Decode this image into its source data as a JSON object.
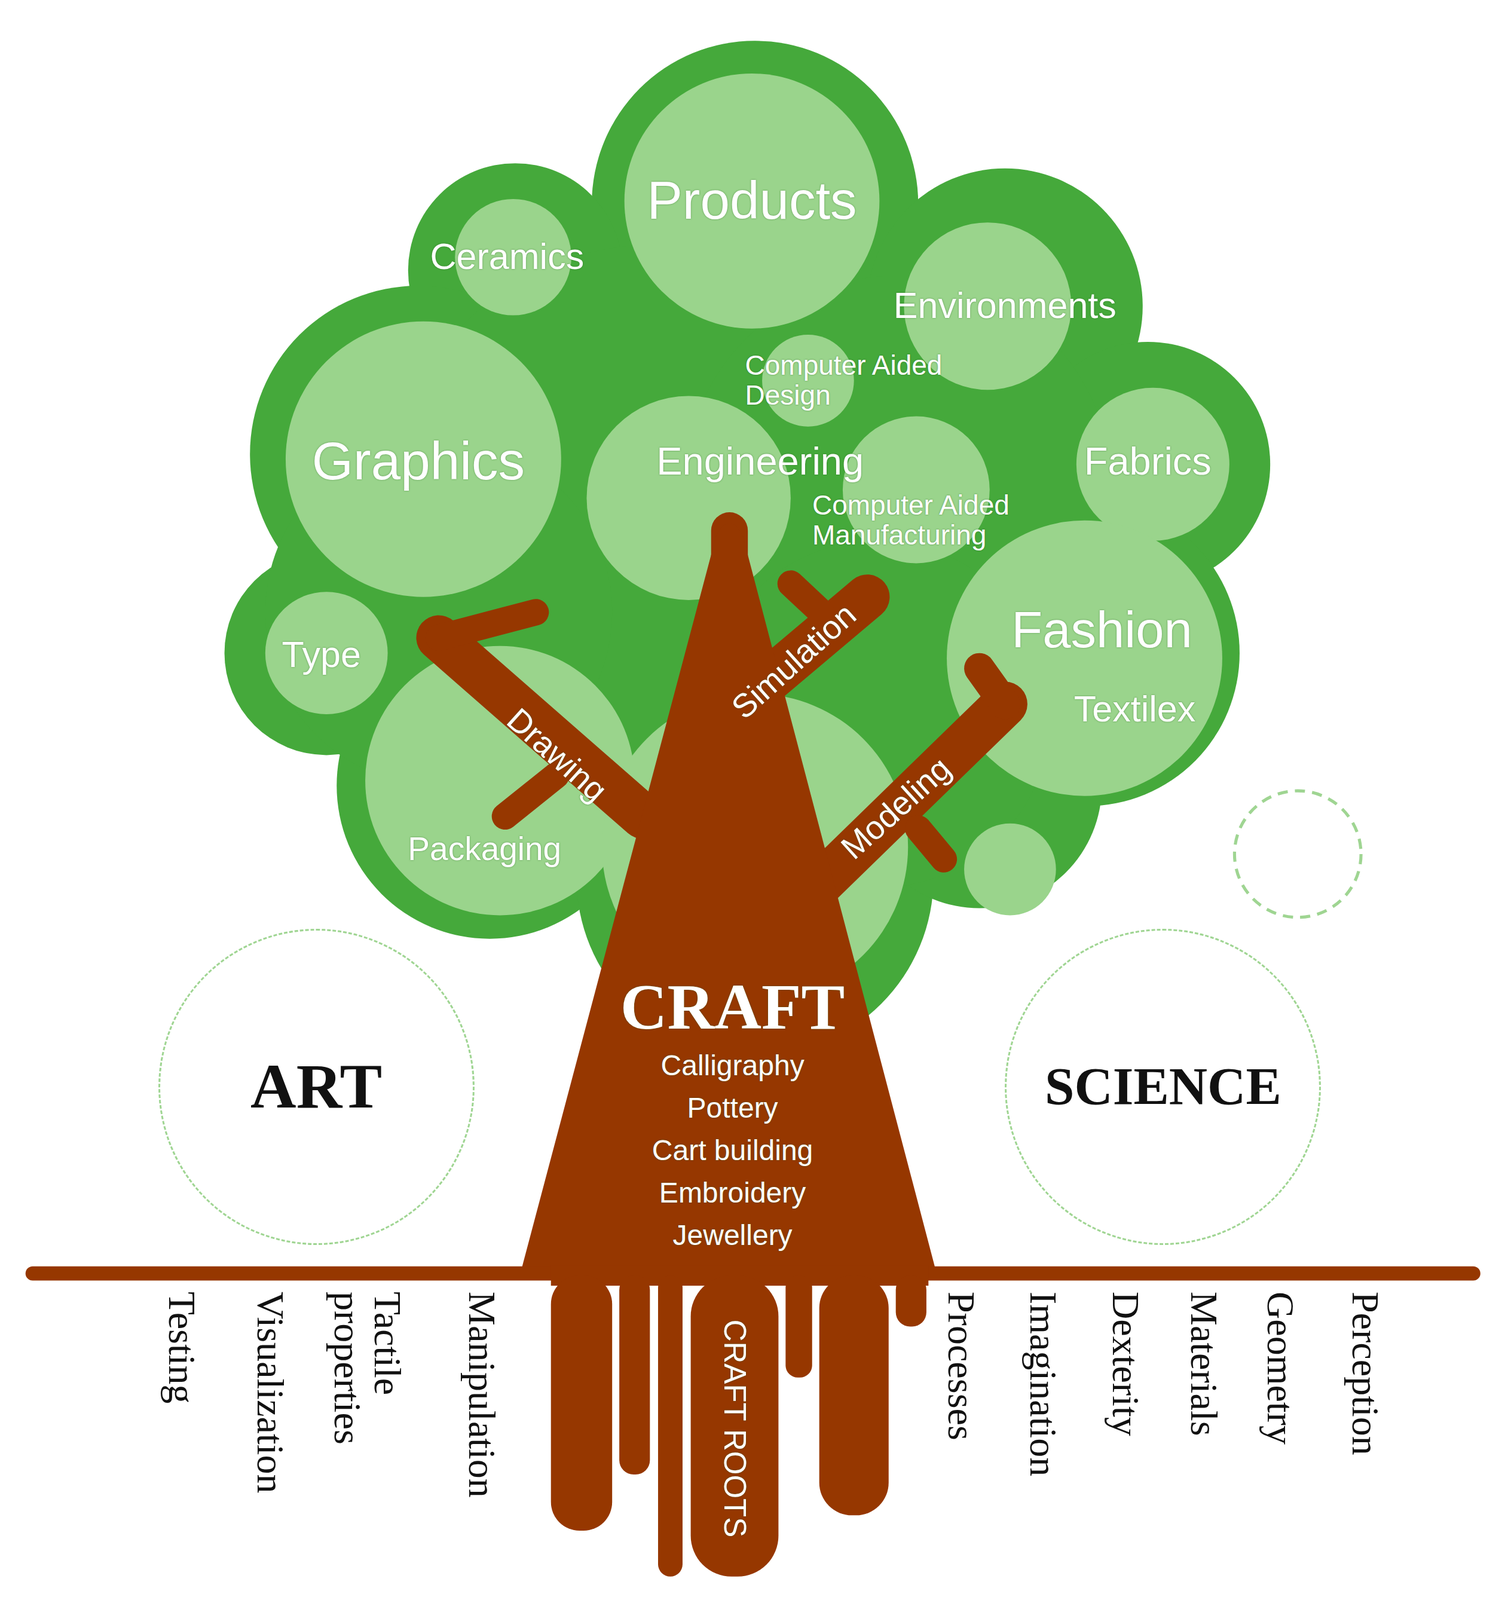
{
  "diagram": {
    "nodes": [
      {
        "text": [
          "Products"
        ]
      },
      {
        "text": [
          "Ceramics"
        ]
      },
      {
        "text": [
          "Environments"
        ]
      },
      {
        "text": [
          "Computer Aided Design"
        ]
      },
      {
        "text": [
          "Graphics"
        ]
      },
      {
        "text": [
          "Engineering"
        ]
      },
      {
        "text": [
          "Fabrics"
        ]
      },
      {
        "text": [
          "Computer Aided Manufacturing"
        ]
      },
      {
        "text": [
          "Fashion",
          "Textilex"
        ]
      },
      {
        "text": [
          "Type"
        ]
      },
      {
        "text": [
          "Simulation"
        ]
      },
      {
        "text": [
          "Drawing"
        ]
      },
      {
        "text": [
          "Modeling"
        ]
      },
      {
        "text": [
          "Packaging"
        ]
      },
      {
        "text": [
          "CRAFT",
          "Calligraphy",
          "Pottery",
          "Cart building",
          "Embroidery",
          "Jewellery"
        ]
      },
      {
        "text": [
          "ART"
        ]
      },
      {
        "text": [
          "SCIENCE"
        ]
      },
      {
        "text": [
          "CRAFT ROOTS"
        ]
      }
    ],
    "labels": [
      "Testing",
      "Visualization",
      "Tactile properties",
      "Manipulation",
      "Processes",
      "Imagination",
      "Dexterity",
      "Materials",
      "Geometry",
      "Perception"
    ]
  }
}
